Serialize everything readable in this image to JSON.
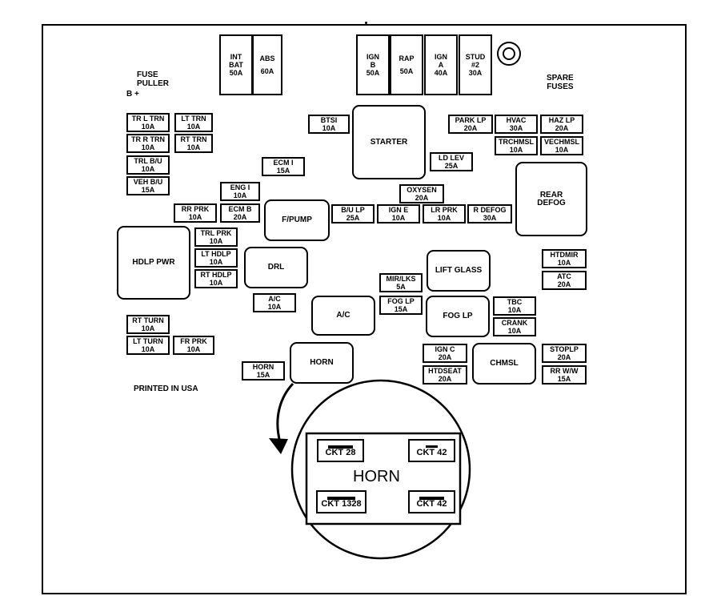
{
  "labels": {
    "fuse_puller": [
      "FUSE",
      "PULLER"
    ],
    "b_plus": "B +",
    "spare_fuses": [
      "SPARE",
      "FUSES"
    ],
    "printed": "PRINTED IN USA"
  },
  "fuses": {
    "int_bat": [
      "INT",
      "BAT",
      "50A"
    ],
    "abs": [
      "ABS",
      "",
      "60A"
    ],
    "ign_b": [
      "IGN",
      "B",
      "50A"
    ],
    "rap": [
      "RAP",
      "",
      "50A"
    ],
    "ign_a": [
      "IGN",
      "A",
      "40A"
    ],
    "stud2": [
      "STUD",
      "#2",
      "30A"
    ],
    "tr_l_trn": [
      "TR L TRN",
      "10A"
    ],
    "lt_trn": [
      "LT TRN",
      "10A"
    ],
    "tr_r_trn": [
      "TR R TRN",
      "10A"
    ],
    "rt_trn": [
      "RT TRN",
      "10A"
    ],
    "trl_bu": [
      "TRL B/U",
      "10A"
    ],
    "veh_bu": [
      "VEH B/U",
      "15A"
    ],
    "btsi": [
      "BTSI",
      "10A"
    ],
    "park_lp": [
      "PARK LP",
      "20A"
    ],
    "hvac": [
      "HVAC",
      "30A"
    ],
    "haz_lp": [
      "HAZ LP",
      "20A"
    ],
    "trchmsl": [
      "TRCHMSL",
      "10A"
    ],
    "vechmsl": [
      "VECHMSL",
      "10A"
    ],
    "ecm_i": [
      "ECM I",
      "15A"
    ],
    "ld_lev": [
      "LD LEV",
      "25A"
    ],
    "eng_i": [
      "ENG I",
      "10A"
    ],
    "oxysen": [
      "OXYSEN",
      "20A"
    ],
    "rr_prk": [
      "RR PRK",
      "10A"
    ],
    "ecm_b": [
      "ECM B",
      "20A"
    ],
    "bu_lp": [
      "B/U LP",
      "25A"
    ],
    "ign_e": [
      "IGN E",
      "10A"
    ],
    "lr_prk": [
      "LR PRK",
      "10A"
    ],
    "r_defog": [
      "R DEFOG",
      "30A"
    ],
    "trl_prk": [
      "TRL PRK",
      "10A"
    ],
    "lt_hdlp": [
      "LT HDLP",
      "10A"
    ],
    "rt_hdlp": [
      "RT HDLP",
      "10A"
    ],
    "htdmir": [
      "HTDMIR",
      "10A"
    ],
    "atc": [
      "ATC",
      "20A"
    ],
    "mirlks": [
      "MIR/LKS",
      "5A"
    ],
    "ac_fuse": [
      "A/C",
      "10A"
    ],
    "fog_lp_fuse": [
      "FOG LP",
      "15A"
    ],
    "tbc": [
      "TBC",
      "10A"
    ],
    "crank": [
      "CRANK",
      "10A"
    ],
    "rt_turn": [
      "RT TURN",
      "10A"
    ],
    "lt_turn": [
      "LT TURN",
      "10A"
    ],
    "fr_prk": [
      "FR PRK",
      "10A"
    ],
    "ign_c": [
      "IGN C",
      "20A"
    ],
    "htdseat": [
      "HTDSEAT",
      "20A"
    ],
    "stoplp": [
      "STOPLP",
      "20A"
    ],
    "rr_ww": [
      "RR W/W",
      "15A"
    ],
    "horn_fuse": [
      "HORN",
      "15A"
    ]
  },
  "relays": {
    "starter": "STARTER",
    "rear_defog": [
      "REAR",
      "DEFOG"
    ],
    "fpump": "F/PUMP",
    "hdlp_pwr": "HDLP PWR",
    "drl": "DRL",
    "lift_glass": "LIFT GLASS",
    "ac": "A/C",
    "fog_lp": "FOG LP",
    "chmsl": "CHMSL",
    "horn": "HORN"
  },
  "detail": {
    "title": "HORN",
    "ckt_tl": "CKT 28",
    "ckt_tr": "CKT 42",
    "ckt_bl": "CKT 1328",
    "ckt_br": "CKT 42"
  }
}
